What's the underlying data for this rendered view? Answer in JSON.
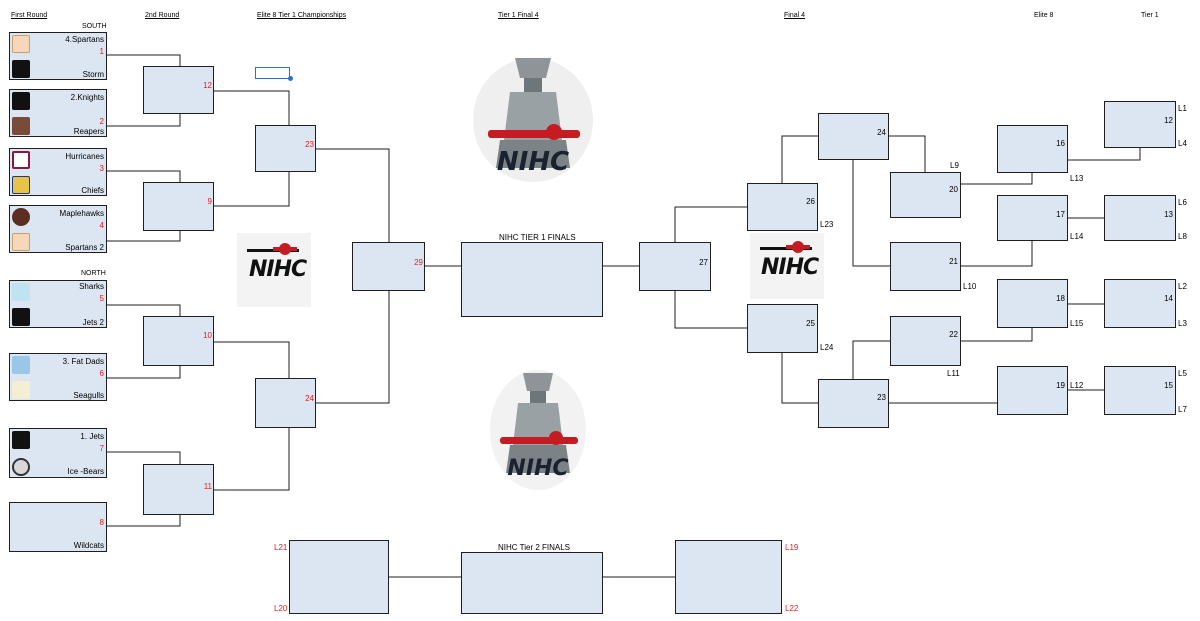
{
  "headers": {
    "first_round": "First Round",
    "second_round": "2nd Round",
    "elite8_tier1": "Elite 8 Tier 1 Championships",
    "tier1_final4": "Tier 1 Final 4",
    "final4": "Final 4",
    "elite8": "Elite 8",
    "tier1": "Tier 1"
  },
  "regions": {
    "south": "SOUTH",
    "north": "NORTH"
  },
  "first_round": [
    {
      "top": "4.Spartans",
      "bottom": "Storm",
      "game": "1"
    },
    {
      "top": "2.Knights",
      "bottom": "Reapers",
      "game": "2"
    },
    {
      "top": "Hurricanes",
      "bottom": "Chiefs",
      "game": "3"
    },
    {
      "top": "Maplehawks",
      "bottom": "Spartans 2",
      "game": "4"
    },
    {
      "top": "Sharks",
      "bottom": "Jets 2",
      "game": "5"
    },
    {
      "top": "3. Fat Dads",
      "bottom": "Seagulls",
      "game": "6"
    },
    {
      "top": "1. Jets",
      "bottom": "Ice -Bears",
      "game": "7"
    },
    {
      "top": "",
      "bottom": "Wildcats",
      "game": "8"
    }
  ],
  "second_round": [
    "12",
    "9",
    "10",
    "11"
  ],
  "elite8_tier1": [
    "23",
    "24"
  ],
  "semifinal": "29",
  "tier1_finals_label": "NIHC TIER 1 FINALS",
  "tier2_finals_label": "NIHC Tier 2 FINALS",
  "right": {
    "g27": "27",
    "g26": "26",
    "g26_tag": "L23",
    "g25": "25",
    "g25_tag": "L24",
    "g24": "24",
    "g23": "23",
    "g20": "20",
    "g20_tag": "L9",
    "g21": "21",
    "g21_tag": "L10",
    "g22": "22",
    "g22_tag": "L11",
    "g16": "16",
    "g16_tag": "L13",
    "g17": "17",
    "g17_tag": "L14",
    "g18": "18",
    "g18_tag": "L15",
    "g19": "19",
    "g19_tag": "L12",
    "g12": "12",
    "g12_a": "L1",
    "g12_b": "L4",
    "g13": "13",
    "g13_a": "L6",
    "g13_b": "L8",
    "g14": "14",
    "g14_a": "L2",
    "g14_b": "L3",
    "g15": "15",
    "g15_a": "L5",
    "g15_b": "L7"
  },
  "tier2": {
    "left_top": "L21",
    "left_bottom": "L20",
    "right_top": "L19",
    "right_bottom": "L22"
  },
  "logo_text": "NIHC",
  "colors": {
    "box_fill": "#dce6f2",
    "accent_red": "#e11d1d",
    "line": "#1f1f1f",
    "selection": "#2a6fd6"
  }
}
